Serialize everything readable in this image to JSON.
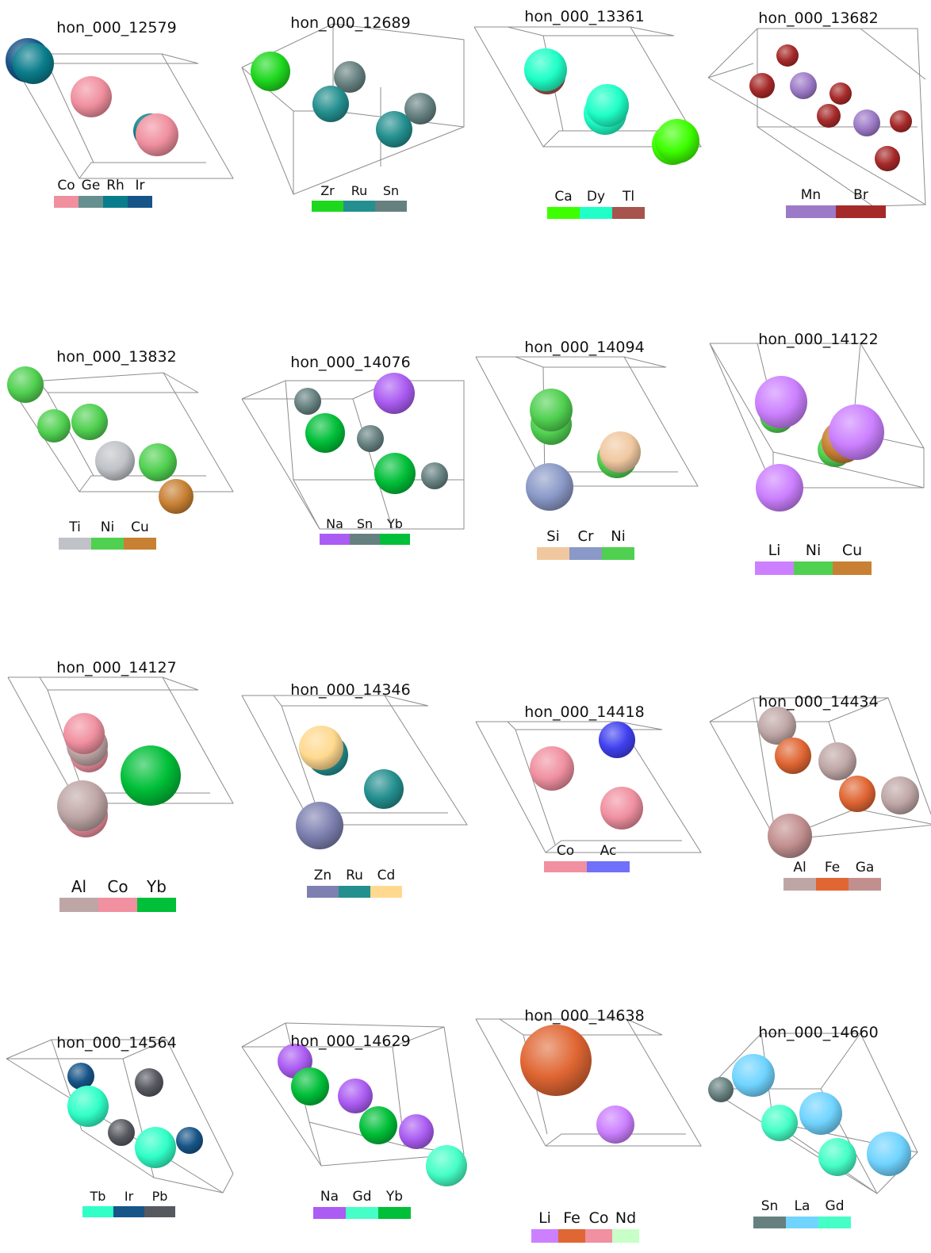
{
  "panels": [
    {
      "title": "hon_000_12579",
      "legend": [
        {
          "el": "Co",
          "color": "#f08f9e"
        },
        {
          "el": "Ge",
          "color": "#668f8f"
        },
        {
          "el": "Rh",
          "color": "#0a7d8c"
        },
        {
          "el": "Ir",
          "color": "#175487"
        }
      ],
      "atoms": [
        {
          "el": "Ir",
          "color": "#175487"
        },
        {
          "el": "Rh",
          "color": "#0a7d8c"
        },
        {
          "el": "Co",
          "color": "#f08f9e"
        },
        {
          "el": "Rh",
          "color": "#0a7d8c"
        },
        {
          "el": "Co",
          "color": "#f08f9e"
        }
      ]
    },
    {
      "title": "hon_000_12689",
      "legend": [
        {
          "el": "Zr",
          "color": "#1ed81e"
        },
        {
          "el": "Ru",
          "color": "#248f8f"
        },
        {
          "el": "Sn",
          "color": "#668080"
        }
      ],
      "atoms": [
        {
          "el": "Zr",
          "color": "#1ed81e"
        },
        {
          "el": "Sn",
          "color": "#668080"
        },
        {
          "el": "Ru",
          "color": "#248f8f"
        },
        {
          "el": "Sn",
          "color": "#668080"
        },
        {
          "el": "Ru",
          "color": "#248f8f"
        }
      ]
    },
    {
      "title": "hon_000_13361",
      "legend": [
        {
          "el": "Ca",
          "color": "#3dff00"
        },
        {
          "el": "Dy",
          "color": "#1fffc7"
        },
        {
          "el": "Tl",
          "color": "#a6544d"
        }
      ],
      "atoms": [
        {
          "el": "Tl",
          "color": "#a6544d"
        },
        {
          "el": "Dy",
          "color": "#1fffc7"
        },
        {
          "el": "Dy",
          "color": "#1fffc7"
        },
        {
          "el": "Dy",
          "color": "#1fffc7"
        },
        {
          "el": "Ca",
          "color": "#3dff00"
        },
        {
          "el": "Ca",
          "color": "#3dff00"
        }
      ]
    },
    {
      "title": "hon_000_13682",
      "legend": [
        {
          "el": "Mn",
          "color": "#9c7ac7"
        },
        {
          "el": "Br",
          "color": "#a62929"
        }
      ],
      "atoms": [
        {
          "el": "Br",
          "color": "#a62929"
        },
        {
          "el": "Br",
          "color": "#a62929"
        },
        {
          "el": "Mn",
          "color": "#9c7ac7"
        },
        {
          "el": "Br",
          "color": "#a62929"
        },
        {
          "el": "Br",
          "color": "#a62929"
        },
        {
          "el": "Mn",
          "color": "#9c7ac7"
        },
        {
          "el": "Br",
          "color": "#a62929"
        },
        {
          "el": "Br",
          "color": "#a62929"
        }
      ]
    },
    {
      "title": "hon_000_13832",
      "legend": [
        {
          "el": "Ti",
          "color": "#bfc2c7"
        },
        {
          "el": "Ni",
          "color": "#50d050"
        },
        {
          "el": "Cu",
          "color": "#c88033"
        }
      ],
      "atoms": [
        {
          "el": "Ni",
          "color": "#50d050"
        },
        {
          "el": "Ni",
          "color": "#50d050"
        },
        {
          "el": "Ni",
          "color": "#50d050"
        },
        {
          "el": "Ti",
          "color": "#bfc2c7"
        },
        {
          "el": "Ni",
          "color": "#50d050"
        },
        {
          "el": "Cu",
          "color": "#c88033"
        }
      ]
    },
    {
      "title": "hon_000_14076",
      "legend": [
        {
          "el": "Na",
          "color": "#ab5cf2"
        },
        {
          "el": "Sn",
          "color": "#668080"
        },
        {
          "el": "Yb",
          "color": "#00bf38"
        }
      ],
      "atoms": [
        {
          "el": "Sn",
          "color": "#668080"
        },
        {
          "el": "Na",
          "color": "#ab5cf2"
        },
        {
          "el": "Yb",
          "color": "#00bf38"
        },
        {
          "el": "Sn",
          "color": "#668080"
        },
        {
          "el": "Yb",
          "color": "#00bf38"
        },
        {
          "el": "Sn",
          "color": "#668080"
        }
      ]
    },
    {
      "title": "hon_000_14094",
      "legend": [
        {
          "el": "Si",
          "color": "#f0c8a0"
        },
        {
          "el": "Cr",
          "color": "#8a99c7"
        },
        {
          "el": "Ni",
          "color": "#50d050"
        }
      ],
      "atoms": [
        {
          "el": "Ni",
          "color": "#50d050"
        },
        {
          "el": "Ni",
          "color": "#50d050"
        },
        {
          "el": "Ni",
          "color": "#50d050"
        },
        {
          "el": "Si",
          "color": "#f0c8a0"
        },
        {
          "el": "Cr",
          "color": "#8a99c7"
        }
      ]
    },
    {
      "title": "hon_000_14122",
      "legend": [
        {
          "el": "Li",
          "color": "#cc80ff"
        },
        {
          "el": "Ni",
          "color": "#50d050"
        },
        {
          "el": "Cu",
          "color": "#c88033"
        }
      ],
      "atoms": [
        {
          "el": "Ni",
          "color": "#50d050"
        },
        {
          "el": "Li",
          "color": "#cc80ff"
        },
        {
          "el": "Ni",
          "color": "#50d050"
        },
        {
          "el": "Cu",
          "color": "#c88033"
        },
        {
          "el": "Li",
          "color": "#cc80ff"
        },
        {
          "el": "Li",
          "color": "#cc80ff"
        }
      ]
    },
    {
      "title": "hon_000_14127",
      "legend": [
        {
          "el": "Al",
          "color": "#bfa6a6"
        },
        {
          "el": "Co",
          "color": "#f090a0"
        },
        {
          "el": "Yb",
          "color": "#00bf38"
        }
      ],
      "atoms": [
        {
          "el": "Co",
          "color": "#f090a0"
        },
        {
          "el": "Al",
          "color": "#bfa6a6"
        },
        {
          "el": "Co",
          "color": "#f090a0"
        },
        {
          "el": "Yb",
          "color": "#00bf38"
        },
        {
          "el": "Co",
          "color": "#f090a0"
        },
        {
          "el": "Al",
          "color": "#bfa6a6"
        }
      ]
    },
    {
      "title": "hon_000_14346",
      "legend": [
        {
          "el": "Zn",
          "color": "#7d80b0"
        },
        {
          "el": "Ru",
          "color": "#248f8f"
        },
        {
          "el": "Cd",
          "color": "#ffd98f"
        }
      ],
      "atoms": [
        {
          "el": "Ru",
          "color": "#248f8f"
        },
        {
          "el": "Cd",
          "color": "#ffd98f"
        },
        {
          "el": "Ru",
          "color": "#248f8f"
        },
        {
          "el": "Zn",
          "color": "#7d80b0"
        }
      ]
    },
    {
      "title": "hon_000_14418",
      "legend": [
        {
          "el": "Co",
          "color": "#f090a0"
        },
        {
          "el": "Ac",
          "color": "#7070fa"
        }
      ],
      "atoms": [
        {
          "el": "Co",
          "color": "#f090a0"
        },
        {
          "el": "Ac",
          "color": "#4040f0"
        },
        {
          "el": "Co",
          "color": "#f090a0"
        }
      ]
    },
    {
      "title": "hon_000_14434",
      "legend": [
        {
          "el": "Al",
          "color": "#bfa6a6"
        },
        {
          "el": "Fe",
          "color": "#e06633"
        },
        {
          "el": "Ga",
          "color": "#c28f8f"
        }
      ],
      "atoms": [
        {
          "el": "Al",
          "color": "#bfa6a6"
        },
        {
          "el": "Fe",
          "color": "#e06633"
        },
        {
          "el": "Al",
          "color": "#bfa6a6"
        },
        {
          "el": "Fe",
          "color": "#e06633"
        },
        {
          "el": "Al",
          "color": "#bfa6a6"
        },
        {
          "el": "Ga",
          "color": "#c28f8f"
        }
      ]
    },
    {
      "title": "hon_000_14564",
      "legend": [
        {
          "el": "Tb",
          "color": "#30ffc7"
        },
        {
          "el": "Ir",
          "color": "#175487"
        },
        {
          "el": "Pb",
          "color": "#575961"
        }
      ],
      "atoms": [
        {
          "el": "Ir",
          "color": "#175487"
        },
        {
          "el": "Pb",
          "color": "#575961"
        },
        {
          "el": "Tb",
          "color": "#30ffc7"
        },
        {
          "el": "Pb",
          "color": "#575961"
        },
        {
          "el": "Tb",
          "color": "#30ffc7"
        },
        {
          "el": "Ir",
          "color": "#175487"
        }
      ]
    },
    {
      "title": "hon_000_14629",
      "legend": [
        {
          "el": "Na",
          "color": "#ab5cf2"
        },
        {
          "el": "Gd",
          "color": "#45ffc7"
        },
        {
          "el": "Yb",
          "color": "#00bf38"
        }
      ],
      "atoms": [
        {
          "el": "Na",
          "color": "#ab5cf2"
        },
        {
          "el": "Yb",
          "color": "#00bf38"
        },
        {
          "el": "Na",
          "color": "#ab5cf2"
        },
        {
          "el": "Yb",
          "color": "#00bf38"
        },
        {
          "el": "Na",
          "color": "#ab5cf2"
        },
        {
          "el": "Gd",
          "color": "#45ffc7"
        }
      ]
    },
    {
      "title": "hon_000_14638",
      "legend": [
        {
          "el": "Li",
          "color": "#cc80ff"
        },
        {
          "el": "Fe",
          "color": "#e06633"
        },
        {
          "el": "Co",
          "color": "#f090a0"
        },
        {
          "el": "Nd",
          "color": "#c7ffc7"
        }
      ],
      "atoms": [
        {
          "el": "Fe",
          "color": "#e06633"
        },
        {
          "el": "Nd",
          "color": "#c7ffc7"
        },
        {
          "el": "Fe",
          "color": "#e06633"
        },
        {
          "el": "Li",
          "color": "#cc80ff"
        }
      ]
    },
    {
      "title": "hon_000_14660",
      "legend": [
        {
          "el": "Sn",
          "color": "#668080"
        },
        {
          "el": "La",
          "color": "#70d4ff"
        },
        {
          "el": "Gd",
          "color": "#45ffc7"
        }
      ],
      "atoms": [
        {
          "el": "Sn",
          "color": "#668080"
        },
        {
          "el": "La",
          "color": "#70d4ff"
        },
        {
          "el": "Gd",
          "color": "#45ffc7"
        },
        {
          "el": "La",
          "color": "#70d4ff"
        },
        {
          "el": "Gd",
          "color": "#45ffc7"
        },
        {
          "el": "La",
          "color": "#70d4ff"
        }
      ]
    }
  ]
}
